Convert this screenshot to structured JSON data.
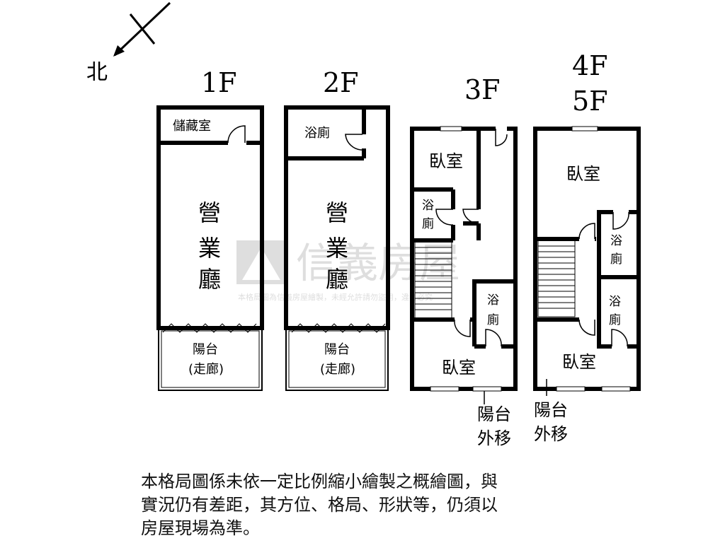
{
  "compass": {
    "north_label": "北"
  },
  "floors": [
    {
      "label": "1F",
      "rooms": {
        "storage": "儲藏室",
        "hall_chars": [
          "營",
          "業",
          "廳"
        ],
        "balcony": "陽台",
        "balcony_sub": "(走廊)"
      }
    },
    {
      "label": "2F",
      "rooms": {
        "bath": "浴廁",
        "hall_chars": [
          "營",
          "業",
          "廳"
        ],
        "balcony": "陽台",
        "balcony_sub": "(走廊)"
      }
    },
    {
      "label": "3F",
      "rooms": {
        "bedroom_top": "臥室",
        "bath_left_chars": [
          "浴",
          "廁"
        ],
        "bath_right_chars": [
          "浴",
          "廁"
        ],
        "bedroom_bottom": "臥室",
        "balcony_note": [
          "陽台",
          "外移"
        ]
      }
    },
    {
      "label_lines": [
        "4F",
        "5F"
      ],
      "rooms": {
        "bedroom_top": "臥室",
        "bath_upper_chars": [
          "浴",
          "廁"
        ],
        "bath_lower_chars": [
          "浴",
          "廁"
        ],
        "bedroom_bottom": "臥室",
        "balcony_note": [
          "陽台",
          "外移"
        ]
      }
    }
  ],
  "watermark": {
    "brand": "信義房屋",
    "notice": "本格局圖為信義房屋繪製，未經允許請勿盜用，違者必究"
  },
  "disclaimer": [
    "本格局圖係未依一定比例縮小繪製之概繪圖，與",
    "實況仍有差距，其方位、格局、形狀等，仍須以",
    "房屋現場為準。"
  ]
}
